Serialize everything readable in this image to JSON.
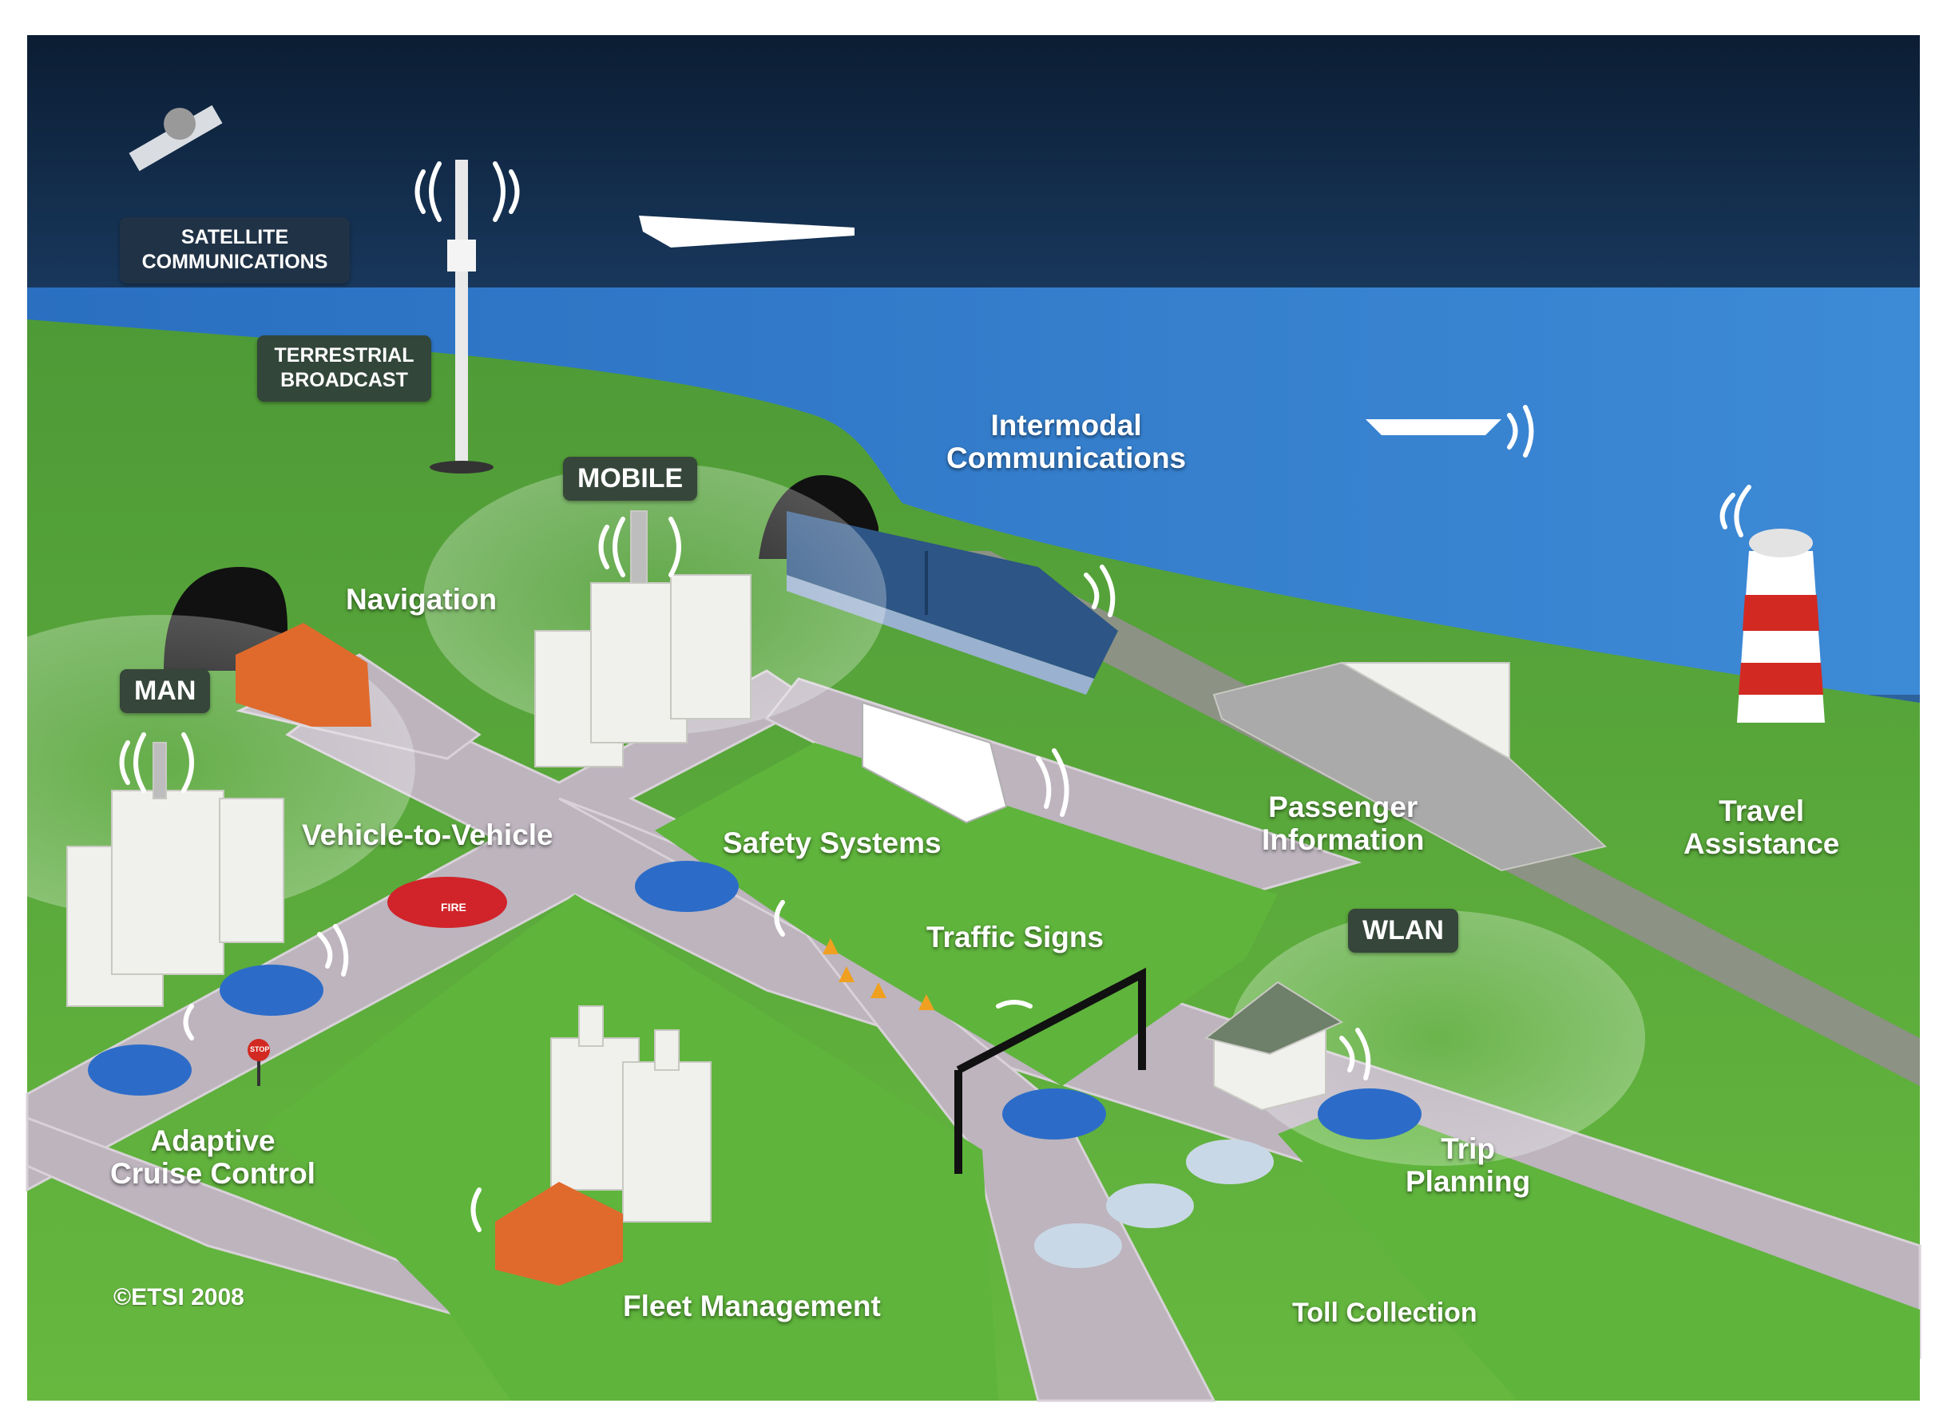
{
  "badges": {
    "satellite": "SATELLITE\nCOMMUNICATIONS",
    "terrestrial": "TERRESTRIAL\nBROADCAST",
    "mobile": "MOBILE",
    "man": "MAN",
    "wlan": "WLAN"
  },
  "labels": {
    "intermodal": "Intermodal\nCommunications",
    "navigation": "Navigation",
    "vehicle_to_vehicle": "Vehicle-to-Vehicle",
    "safety_systems": "Safety Systems",
    "passenger_information": "Passenger\nInformation",
    "travel_assistance": "Travel\nAssistance",
    "traffic_signs": "Traffic Signs",
    "adaptive_cruise_control": "Adaptive\nCruise Control",
    "trip_planning": "Trip\nPlanning",
    "fleet_management": "Fleet Management",
    "toll_collection": "Toll Collection"
  },
  "small_text": {
    "fire_truck": "FIRE",
    "stop_sign": "STOP"
  },
  "copyright": "©ETSI 2008",
  "colors": {
    "sky_top": "#0b1d33",
    "sea": "#2b76c8",
    "grass": "#5fb03a",
    "road": "#bdb4be",
    "building": "#f0f0ec",
    "truck": "#e06a2c",
    "car": "#2c6cc8",
    "badge": "#36463a"
  }
}
